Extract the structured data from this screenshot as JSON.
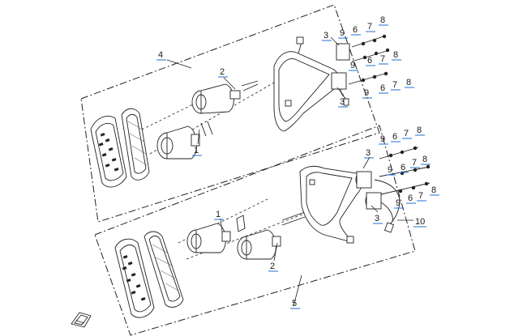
{
  "callouts": [
    {
      "id": "c4",
      "label": "4"
    },
    {
      "id": "c2a",
      "label": "2"
    },
    {
      "id": "c1a",
      "label": "1"
    },
    {
      "id": "c3a",
      "label": "3"
    },
    {
      "id": "c3b",
      "label": "3"
    },
    {
      "id": "c9a",
      "label": "9"
    },
    {
      "id": "c9b",
      "label": "9"
    },
    {
      "id": "c9c",
      "label": "9"
    },
    {
      "id": "c6a",
      "label": "6"
    },
    {
      "id": "c6b",
      "label": "6"
    },
    {
      "id": "c6c",
      "label": "6"
    },
    {
      "id": "c7a",
      "label": "7"
    },
    {
      "id": "c7b",
      "label": "7"
    },
    {
      "id": "c7c",
      "label": "7"
    },
    {
      "id": "c8a",
      "label": "8"
    },
    {
      "id": "c8b",
      "label": "8"
    },
    {
      "id": "c8c",
      "label": "8"
    },
    {
      "id": "c9d",
      "label": "9"
    },
    {
      "id": "c6d",
      "label": "6"
    },
    {
      "id": "c7d",
      "label": "7"
    },
    {
      "id": "c8d",
      "label": "8"
    },
    {
      "id": "c3c",
      "label": "3"
    },
    {
      "id": "c9e",
      "label": "9"
    },
    {
      "id": "c6e",
      "label": "6"
    },
    {
      "id": "c7e",
      "label": "7"
    },
    {
      "id": "c8e",
      "label": "8"
    },
    {
      "id": "c9f",
      "label": "9"
    },
    {
      "id": "c6f",
      "label": "6"
    },
    {
      "id": "c7f",
      "label": "7"
    },
    {
      "id": "c8f",
      "label": "8"
    },
    {
      "id": "c3d",
      "label": "3"
    },
    {
      "id": "c10",
      "label": "10"
    },
    {
      "id": "c1b",
      "label": "1"
    },
    {
      "id": "c2b",
      "label": "2"
    },
    {
      "id": "c5",
      "label": "5"
    }
  ],
  "icons": {
    "front_arrow": "front-direction-arrow-icon"
  }
}
